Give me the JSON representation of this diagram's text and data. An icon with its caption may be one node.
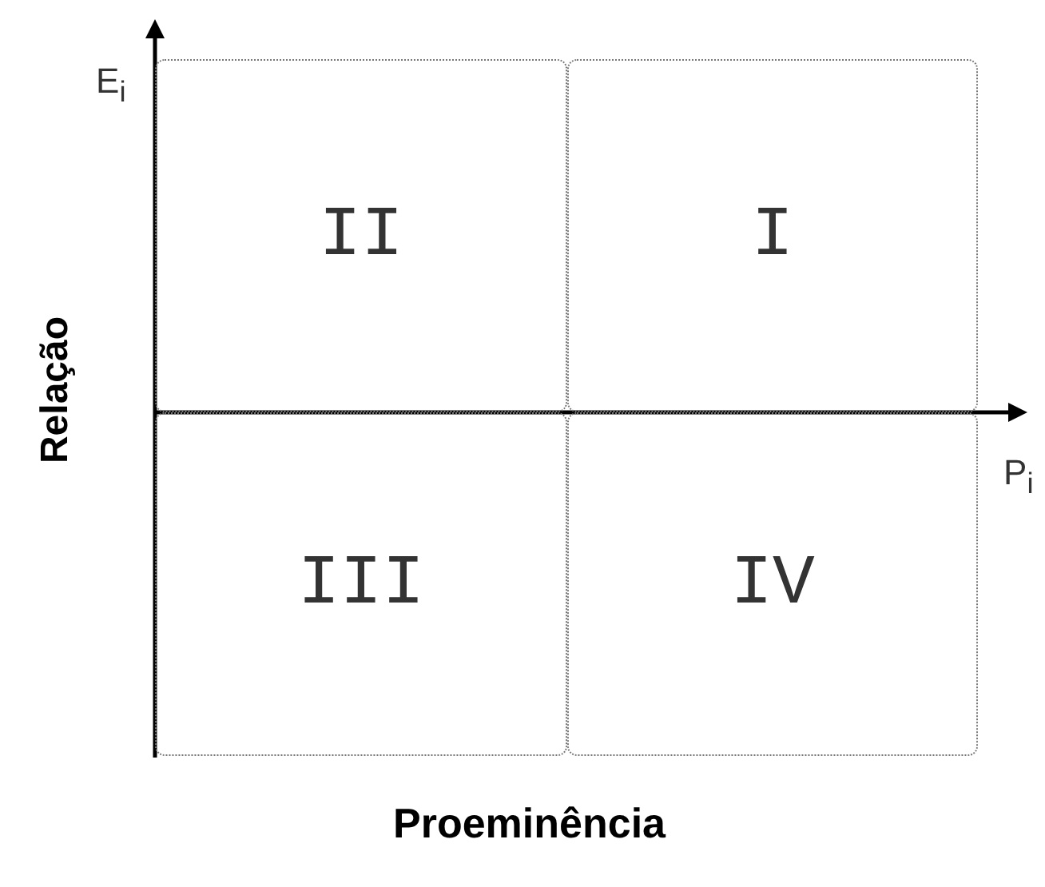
{
  "diagram": {
    "nodes": [
      {
        "text": [
          "II"
        ]
      },
      {
        "text": [
          "I"
        ]
      },
      {
        "text": [
          "III"
        ]
      },
      {
        "text": [
          "IV"
        ]
      }
    ],
    "labels": [
      "E$_{i}$",
      "Relação",
      "P$_{i}$",
      "Proeminência"
    ]
  }
}
